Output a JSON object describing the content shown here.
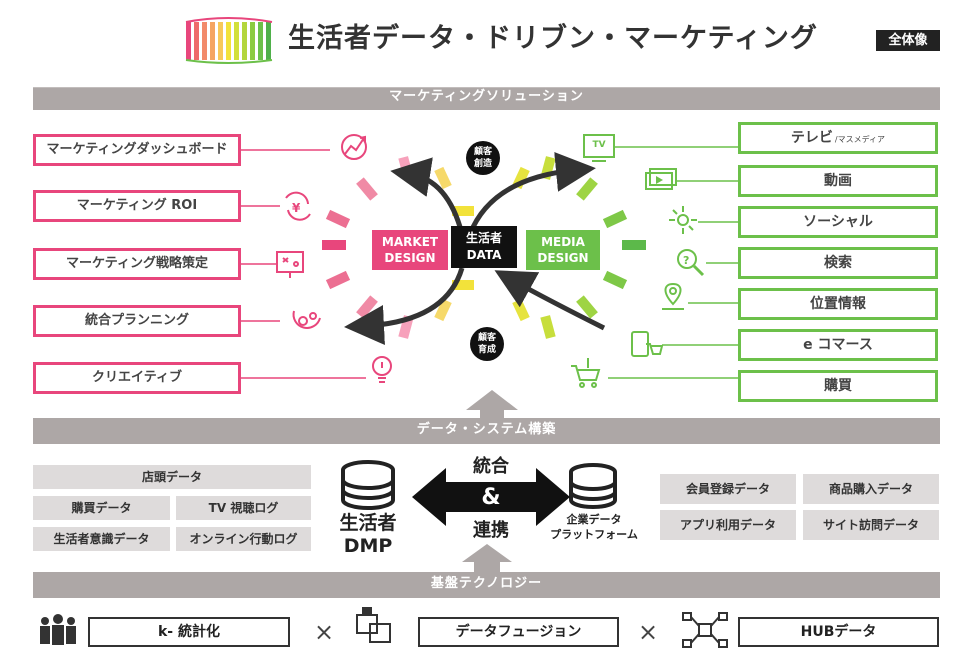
{
  "header": {
    "title": "生活者データ・ドリブン・マーケティング",
    "overview_badge": "全体像"
  },
  "banners": {
    "solutions": "マーケティングソリューション",
    "system": "データ・システム構築",
    "technology": "基盤テクノロジー"
  },
  "left_items": [
    "マーケティングダッシュボード",
    "マーケティング ROI",
    "マーケティング戦略策定",
    "統合プランニング",
    "クリエイティブ"
  ],
  "right_items": [
    {
      "label": "テレビ",
      "sub": "/マスメディア"
    },
    {
      "label": "動画",
      "sub": ""
    },
    {
      "label": "ソーシャル",
      "sub": ""
    },
    {
      "label": "検索",
      "sub": ""
    },
    {
      "label": "位置情報",
      "sub": ""
    },
    {
      "label": "e コマース",
      "sub": ""
    },
    {
      "label": "購買",
      "sub": ""
    }
  ],
  "center": {
    "market_design": [
      "MARKET",
      "DESIGN"
    ],
    "media_design": [
      "MEDIA",
      "DESIGN"
    ],
    "data_label": [
      "生活者",
      "DATA"
    ],
    "top_circle": [
      "顧客",
      "創造"
    ],
    "bottom_circle": [
      "顧客",
      "育成"
    ],
    "tv_icon_text": "TV"
  },
  "data_left": {
    "top": "店頭データ",
    "row2": [
      "購買データ",
      "TV 視聴ログ"
    ],
    "row3": [
      "生活者意識データ",
      "オンライン行動ログ"
    ]
  },
  "data_center": {
    "dmp": [
      "生活者",
      "DMP"
    ],
    "integrate": "統合",
    "amp": "&",
    "link": "連携",
    "platform": [
      "企業データ",
      "プラットフォーム"
    ]
  },
  "data_right": [
    [
      "会員登録データ",
      "商品購入データ"
    ],
    [
      "アプリ利用データ",
      "サイト訪問データ"
    ]
  ],
  "technology": {
    "items": [
      "k- 統計化",
      "データフュージョン",
      "HUBデータ"
    ],
    "separator": "×"
  },
  "colors": {
    "pink": "#e8467c",
    "green": "#6cc04a",
    "yellow": "#f2e23a",
    "gray": "#ada7a6",
    "dark": "#333333"
  },
  "icons": {
    "left": [
      "chart-icon",
      "yen-cycle-icon",
      "strategy-board-icon",
      "gears-icon",
      "lightbulb-icon"
    ],
    "right": [
      "tv-icon",
      "video-icon",
      "social-icon",
      "search-icon",
      "location-icon",
      "ecommerce-icon",
      "cart-icon"
    ],
    "bottom": [
      "people-icon",
      "fusion-icon",
      "hub-icon"
    ]
  }
}
